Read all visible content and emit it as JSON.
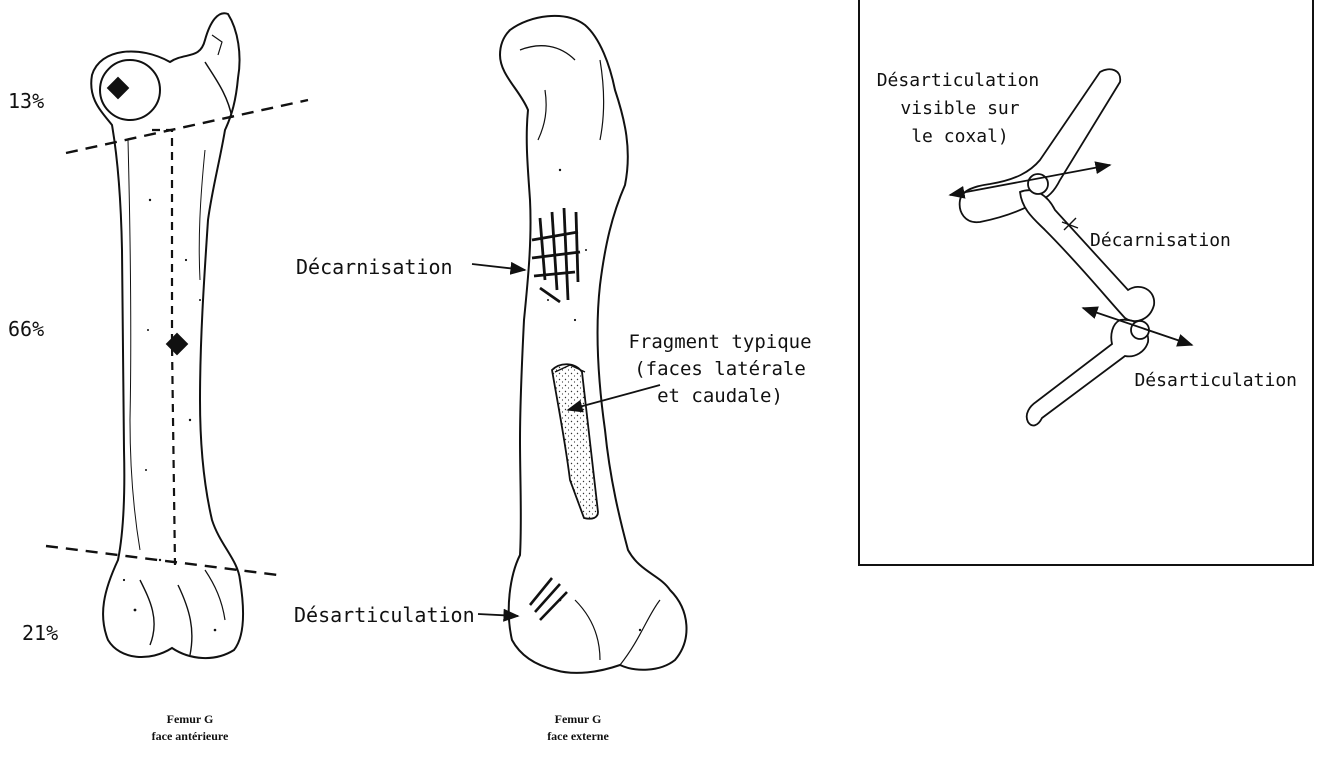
{
  "left_panel": {
    "percent_top": "13%",
    "percent_middle": "66%",
    "percent_bottom": "21%",
    "caption_line1": "Femur G",
    "caption_line2": "face antérieure"
  },
  "middle_panel": {
    "label_decarnisation": "Décarnisation",
    "label_desarticulation": "Désarticulation",
    "fragment_line1": "Fragment typique",
    "fragment_line2": "(faces latérale",
    "fragment_line3": "et caudale)",
    "caption_line1": "Femur G",
    "caption_line2": "face externe"
  },
  "inset_panel": {
    "hip_line1": "Désarticulation",
    "hip_line2": "visible sur",
    "hip_line3": "le coxal)",
    "label_decarnisation": "Décarnisation",
    "label_desarticulation": "Désarticulation"
  },
  "colors": {
    "ink": "#111111",
    "paper": "#ffffff"
  }
}
